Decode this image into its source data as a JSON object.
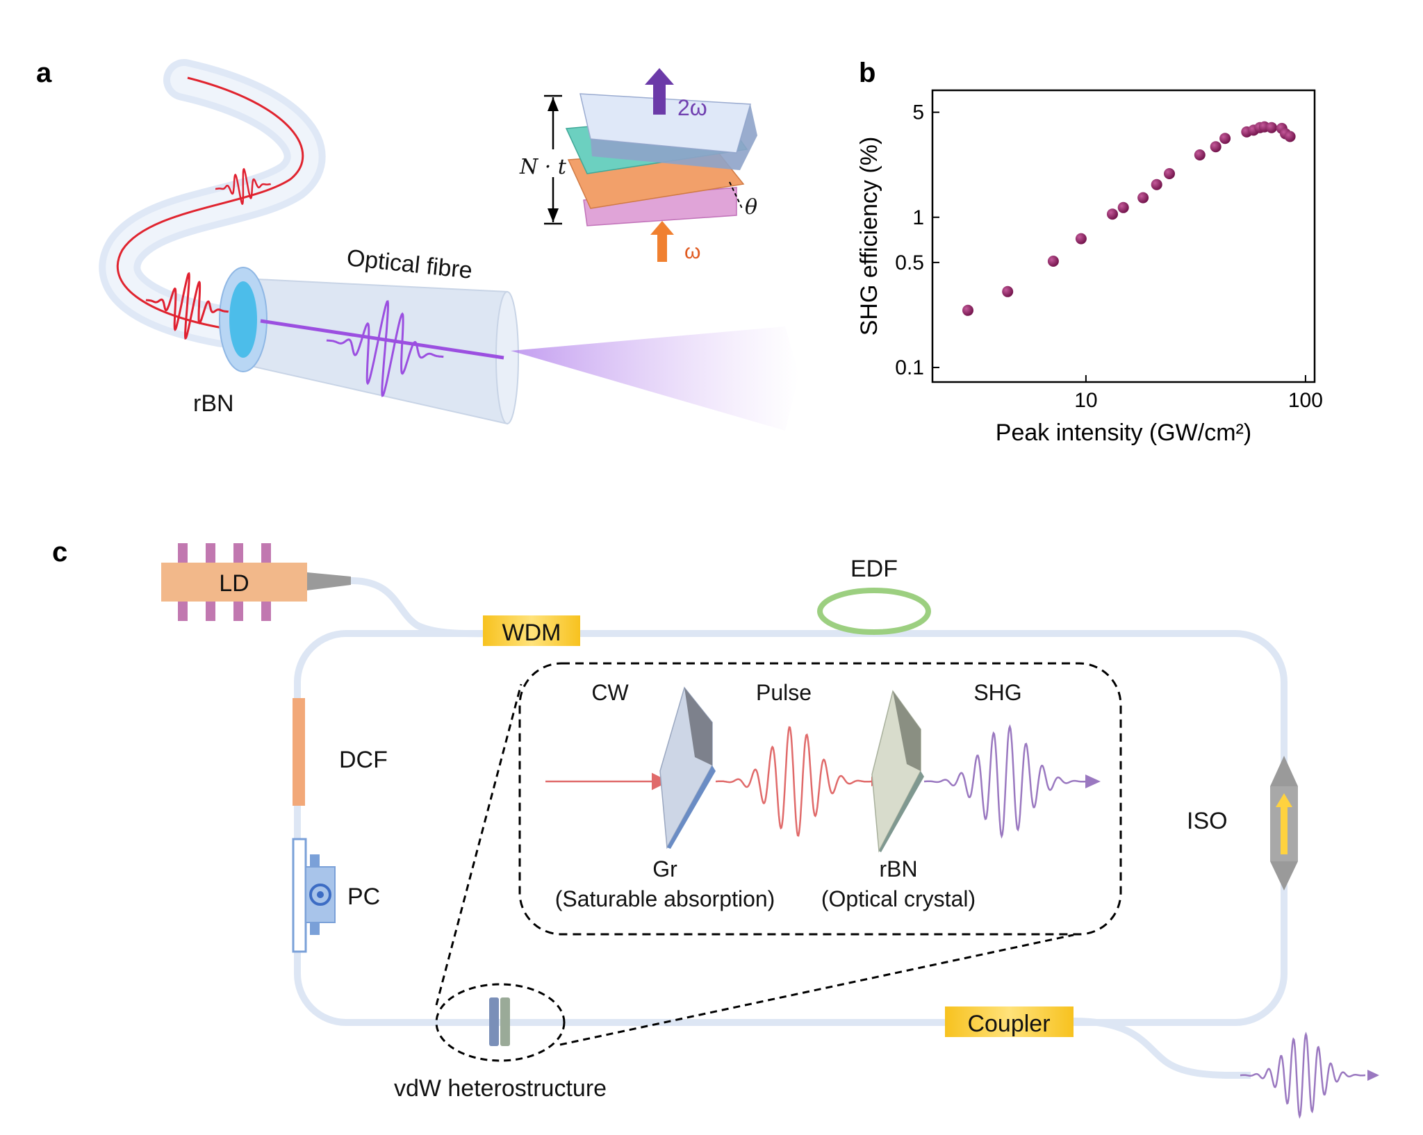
{
  "panels": {
    "a": {
      "letter": "a",
      "fiber_label": "Optical fibre",
      "material_label": "rBN",
      "inset": {
        "thickness": "N · t",
        "angle": "θ",
        "output_freq": "2ω",
        "input_freq": "ω"
      }
    },
    "b": {
      "letter": "b"
    },
    "c": {
      "letter": "c",
      "components": {
        "ld": "LD",
        "wdm": "WDM",
        "edf": "EDF",
        "dcf": "DCF",
        "pc": "PC",
        "iso": "ISO",
        "coupler": "Coupler",
        "vdw": "vdW heterostructure"
      },
      "inset": {
        "cw": "CW",
        "pulse": "Pulse",
        "shg": "SHG",
        "gr": "Gr",
        "gr_role": "(Saturable absorption)",
        "rbn": "rBN",
        "rbn_role": "(Optical crystal)"
      }
    }
  },
  "colors": {
    "red_wave": "#e02030",
    "purple_wave": "#9b4fe0",
    "marker": "#8b1a5e",
    "loop": "#dde6f4",
    "ld_fill": "#f2b88a",
    "yellow": "#ffd23f"
  },
  "chart_data": {
    "type": "scatter",
    "title": "",
    "xlabel": "Peak intensity (GW/cm²)",
    "ylabel": "SHG efficiency (%)",
    "xscale": "log",
    "yscale": "log",
    "xlim": [
      2,
      110
    ],
    "ylim": [
      0.08,
      7
    ],
    "xticks": [
      10,
      100
    ],
    "xtick_labels": [
      "10",
      "100"
    ],
    "yticks": [
      0.1,
      0.5,
      1,
      5
    ],
    "ytick_labels": [
      "0.1",
      "0.5",
      "1",
      "5"
    ],
    "grid": false,
    "x": [
      2.9,
      4.4,
      7.1,
      9.5,
      13.2,
      14.8,
      18.2,
      21,
      24,
      33,
      39,
      43,
      54,
      58,
      62,
      65,
      70,
      78,
      81,
      85
    ],
    "y": [
      0.24,
      0.32,
      0.51,
      0.72,
      1.05,
      1.16,
      1.35,
      1.65,
      1.95,
      2.6,
      2.95,
      3.35,
      3.7,
      3.8,
      3.95,
      4.0,
      3.95,
      3.9,
      3.6,
      3.45
    ]
  }
}
